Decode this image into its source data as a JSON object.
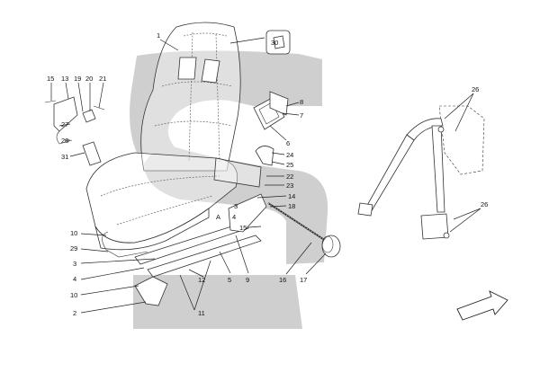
{
  "diagram": {
    "watermark_color": "#cfcfcf",
    "callouts": [
      {
        "id": "c1",
        "text": "1"
      },
      {
        "id": "c30",
        "text": "30"
      },
      {
        "id": "c15",
        "text": "15"
      },
      {
        "id": "c13",
        "text": "13"
      },
      {
        "id": "c19",
        "text": "19"
      },
      {
        "id": "c20",
        "text": "20"
      },
      {
        "id": "c21",
        "text": "21"
      },
      {
        "id": "c27",
        "text": "27"
      },
      {
        "id": "c28",
        "text": "28"
      },
      {
        "id": "c31",
        "text": "31"
      },
      {
        "id": "c8",
        "text": "8"
      },
      {
        "id": "c7",
        "text": "7"
      },
      {
        "id": "c6",
        "text": "6"
      },
      {
        "id": "c24",
        "text": "24"
      },
      {
        "id": "c25",
        "text": "25"
      },
      {
        "id": "c22",
        "text": "22"
      },
      {
        "id": "c23",
        "text": "23"
      },
      {
        "id": "c14",
        "text": "14"
      },
      {
        "id": "c18",
        "text": "18"
      },
      {
        "id": "c3a",
        "text": "3"
      },
      {
        "id": "cA",
        "text": "A"
      },
      {
        "id": "c4a",
        "text": "4"
      },
      {
        "id": "c15b",
        "text": "15"
      },
      {
        "id": "c10a",
        "text": "10"
      },
      {
        "id": "c29",
        "text": "29"
      },
      {
        "id": "c3b",
        "text": "3"
      },
      {
        "id": "c4b",
        "text": "4"
      },
      {
        "id": "c10b",
        "text": "10"
      },
      {
        "id": "c2",
        "text": "2"
      },
      {
        "id": "c12",
        "text": "12"
      },
      {
        "id": "c11",
        "text": "11"
      },
      {
        "id": "c5",
        "text": "5"
      },
      {
        "id": "c9",
        "text": "9"
      },
      {
        "id": "c16",
        "text": "16"
      },
      {
        "id": "c17",
        "text": "17"
      },
      {
        "id": "c26a",
        "text": "26"
      },
      {
        "id": "c26b",
        "text": "26"
      }
    ]
  }
}
